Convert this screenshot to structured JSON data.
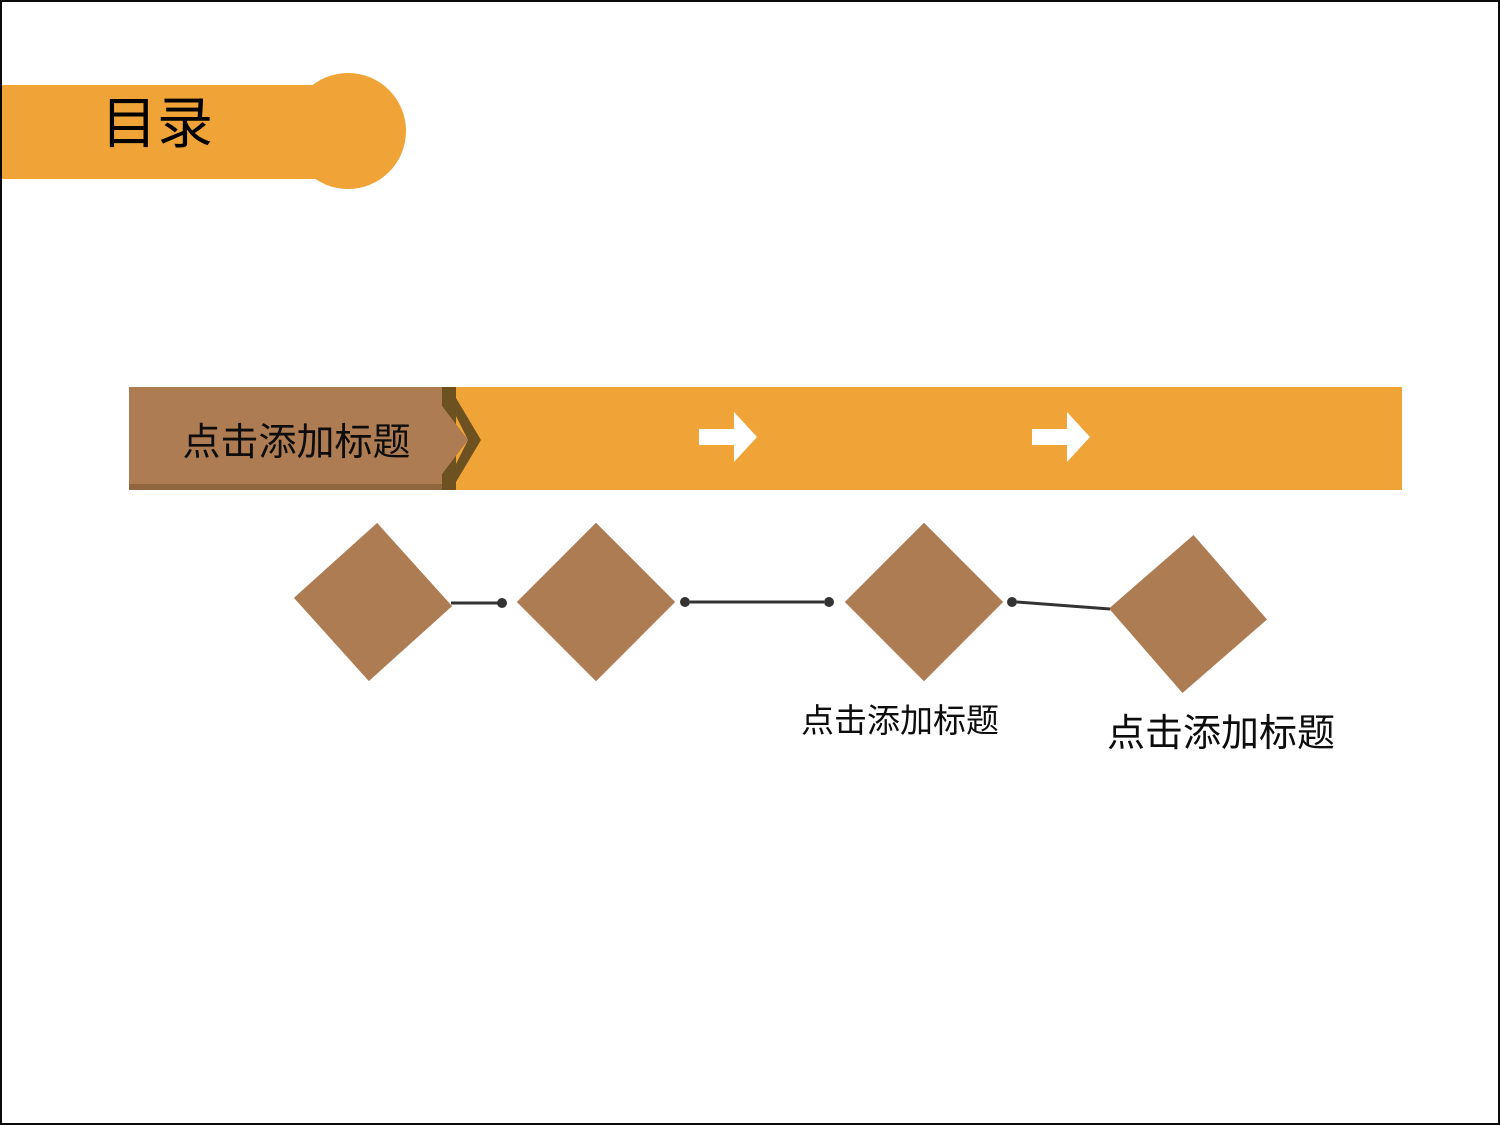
{
  "slide": {
    "title": "目录"
  },
  "process_bar": {
    "label": "点击添加标题"
  },
  "timeline": {
    "labels": {
      "item3": "点击添加标题",
      "item4": "点击添加标题"
    }
  },
  "colors": {
    "accent_orange": "#F0A437",
    "shape_brown": "#AE7C52",
    "shape_dark_brown": "#6E5120",
    "connector_gray": "#333333",
    "arrow_white": "#FFFFFF",
    "text_black": "#0D0D0D"
  }
}
